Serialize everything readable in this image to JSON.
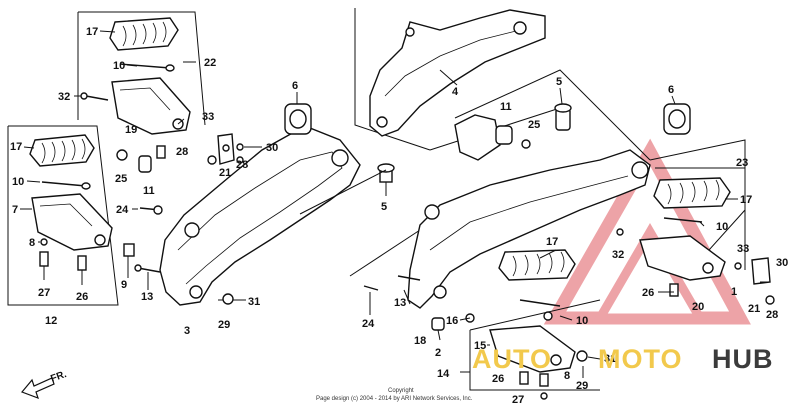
{
  "callouts": {
    "c17a": "17",
    "c10a": "10",
    "c22": "22",
    "c32a": "32",
    "c33a": "33",
    "c19": "19",
    "c28a": "28",
    "c17b": "17",
    "c30a": "30",
    "c25a": "25",
    "c11a": "11",
    "c21a": "21",
    "c28b": "28",
    "c10b": "10",
    "c7": "7",
    "c24a": "24",
    "c8a": "8",
    "c9": "9",
    "c13a": "13",
    "c27a": "27",
    "c26a": "26",
    "c12": "12",
    "c3": "3",
    "c29a": "29",
    "c31a": "31",
    "c6a": "6",
    "c5a": "5",
    "c4": "4",
    "c11b": "11",
    "c25b": "25",
    "c5b": "5",
    "c6b": "6",
    "c23": "23",
    "c17c": "17",
    "c10c": "10",
    "c32b": "32",
    "c33b": "33",
    "c30b": "30",
    "c1": "1",
    "c21b": "21",
    "c28c": "28",
    "c26b": "26",
    "c20": "20",
    "c17d": "17",
    "c10d": "10",
    "c13b": "13",
    "c24b": "24",
    "c16": "16",
    "c18": "18",
    "c2": "2",
    "c15": "15",
    "c14": "14",
    "c26c": "26",
    "c8b": "8",
    "c27b": "27",
    "c29b": "29",
    "c31b": "31"
  },
  "direction_label": "FR.",
  "copyright": {
    "line1": "Copyright",
    "line2": "Page design (c) 2004 - 2014 by ARI Network Services, Inc."
  },
  "watermark": {
    "part1": "AUTO",
    "part2": "MOTO",
    "part3": "HUB"
  }
}
